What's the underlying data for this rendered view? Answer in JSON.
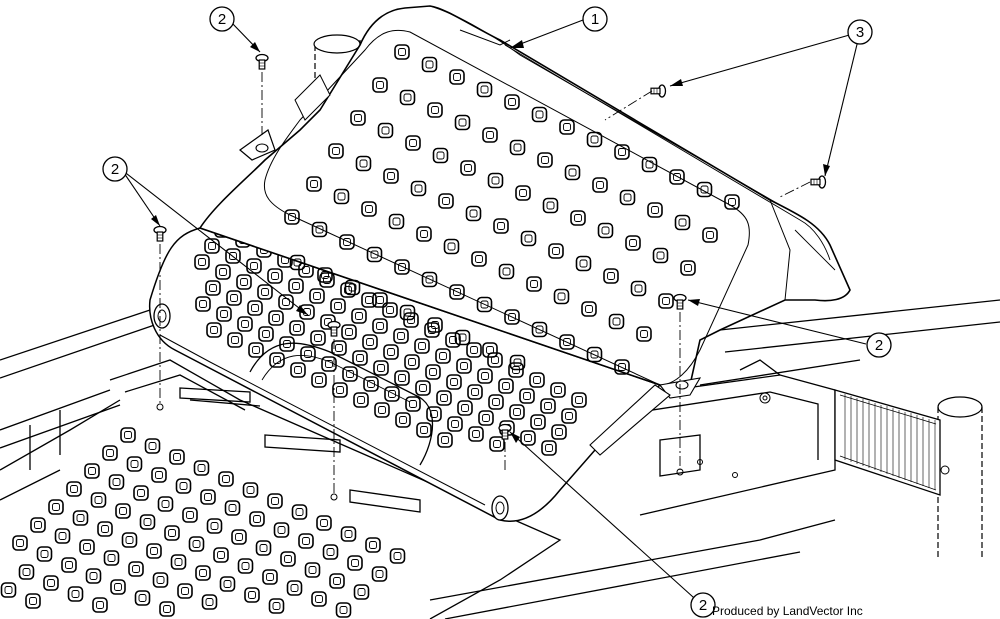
{
  "callouts": [
    {
      "id": "c1",
      "label": "1"
    },
    {
      "id": "c2a",
      "label": "2"
    },
    {
      "id": "c2b",
      "label": "2"
    },
    {
      "id": "c2c",
      "label": "2"
    },
    {
      "id": "c2d",
      "label": "2"
    },
    {
      "id": "c3",
      "label": "3"
    }
  ],
  "footer_text": "Produced by LandVector Inc"
}
